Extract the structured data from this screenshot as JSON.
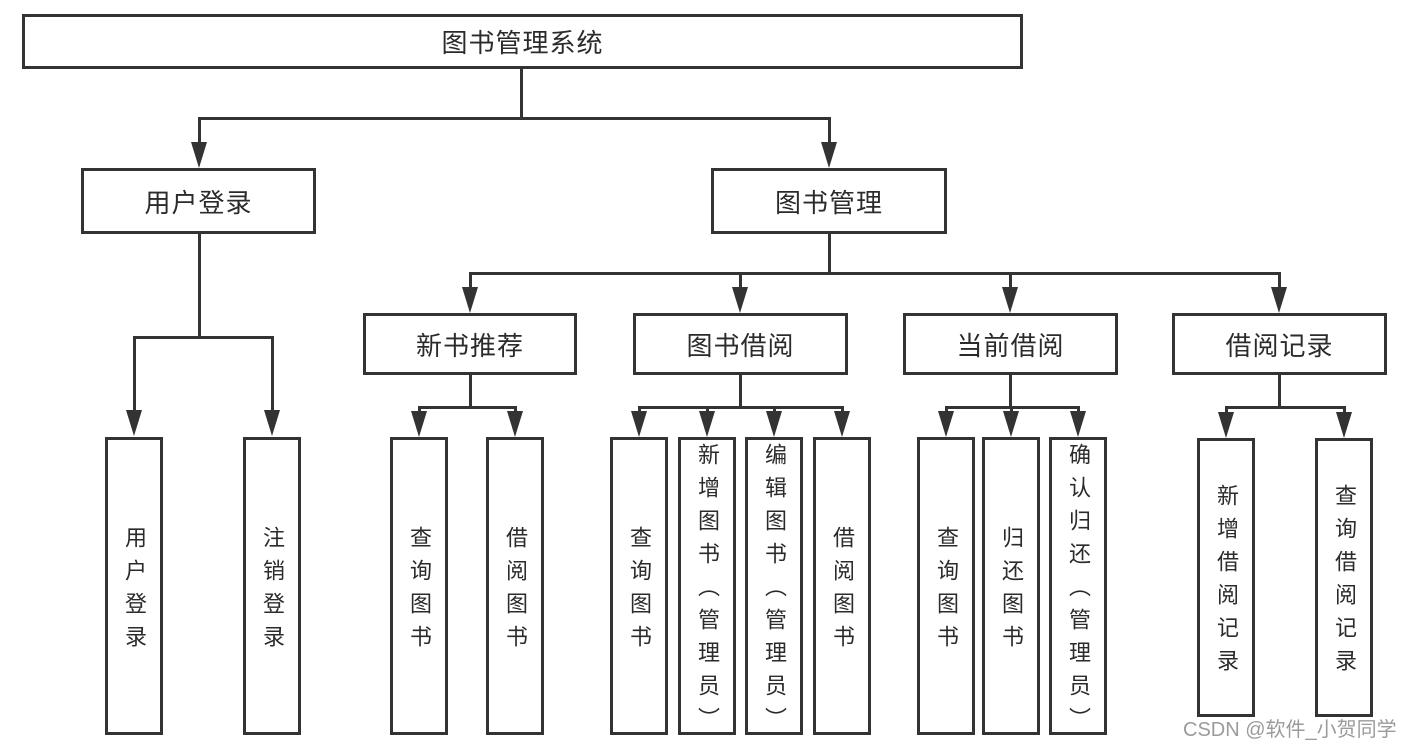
{
  "tree": {
    "root": {
      "label": "图书管理系统",
      "children": [
        {
          "label": "用户登录",
          "children": [
            {
              "label": "用户登录"
            },
            {
              "label": "注销登录"
            }
          ]
        },
        {
          "label": "图书管理",
          "children": [
            {
              "label": "新书推荐",
              "children": [
                {
                  "label": "查询图书"
                },
                {
                  "label": "借阅图书"
                }
              ]
            },
            {
              "label": "图书借阅",
              "children": [
                {
                  "label": "查询图书"
                },
                {
                  "label": "新增图书（管理员）"
                },
                {
                  "label": "编辑图书（管理员）"
                },
                {
                  "label": "借阅图书"
                }
              ]
            },
            {
              "label": "当前借阅",
              "children": [
                {
                  "label": "查询图书"
                },
                {
                  "label": "归还图书"
                },
                {
                  "label": "确认归还（管理员）"
                }
              ]
            },
            {
              "label": "借阅记录",
              "children": [
                {
                  "label": "新增借阅记录"
                },
                {
                  "label": "查询借阅记录"
                }
              ]
            }
          ]
        }
      ]
    }
  },
  "watermark": {
    "text": "CSDN @软件_小贺同学"
  },
  "colors": {
    "line": "#333333",
    "text": "#2b2b2b",
    "watermark": "#9b9b9b",
    "background": "#ffffff"
  }
}
